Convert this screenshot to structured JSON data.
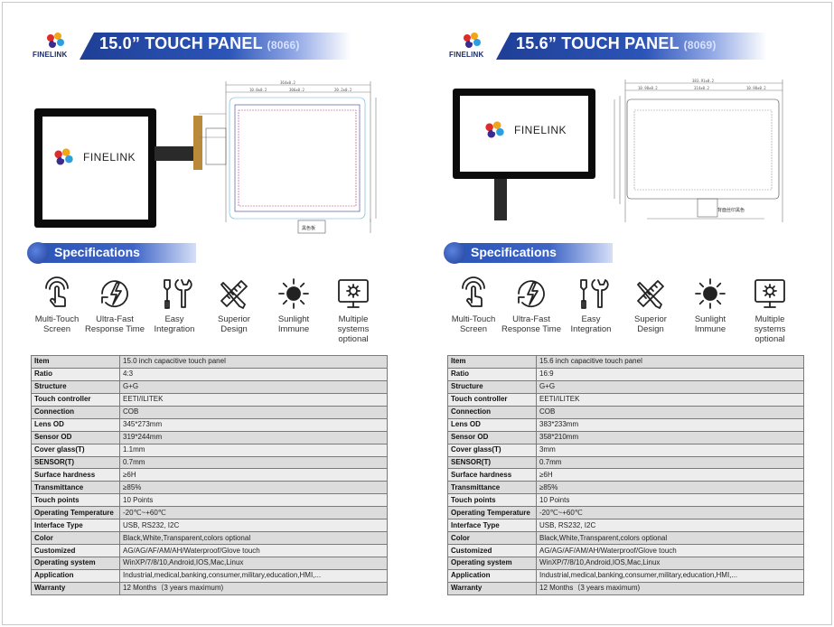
{
  "colors": {
    "brand_blue": "#1f3f96",
    "band_light": "#3d64c6"
  },
  "panels": [
    {
      "logo_text": "FINELINK",
      "title_main": "15.0” TOUCH PANEL",
      "title_code": "(8066)",
      "screen_brand": "FINELINK",
      "drawing_note": "黑色板",
      "spec_title": "Specifications",
      "features": [
        {
          "icon": "touch-hand-icon",
          "label": "Multi-Touch\nScreen"
        },
        {
          "icon": "fast-response-icon",
          "label": "Ultra-Fast\nResponse Time"
        },
        {
          "icon": "tools-icon",
          "label": "Easy\nIntegration"
        },
        {
          "icon": "design-ruler-pencil-icon",
          "label": "Superior\nDesign"
        },
        {
          "icon": "sun-icon",
          "label": "Sunlight\nImmune"
        },
        {
          "icon": "monitor-gear-icon",
          "label": "Multiple\nsystems optional"
        }
      ],
      "specs": [
        {
          "k": "Item",
          "v": "15.0 inch capacitive touch panel"
        },
        {
          "k": "Ratio",
          "v": "4:3"
        },
        {
          "k": "Structure",
          "v": "G+G"
        },
        {
          "k": "Touch controller",
          "v": "EETI/ILITEK"
        },
        {
          "k": "Connection",
          "v": "COB"
        },
        {
          "k": "Lens OD",
          "v": "345*273mm"
        },
        {
          "k": "Sensor OD",
          "v": "319*244mm"
        },
        {
          "k": "Cover glass(T)",
          "v": "1.1mm"
        },
        {
          "k": "SENSOR(T)",
          "v": "0.7mm"
        },
        {
          "k": "Surface hardness",
          "v": "≥6H"
        },
        {
          "k": "Transmittance",
          "v": "≥85%"
        },
        {
          "k": "Touch points",
          "v": "10 Points"
        },
        {
          "k": "Operating Temperature",
          "v": "-20℃~+60℃"
        },
        {
          "k": "Interface Type",
          "v": "USB, RS232, I2C"
        },
        {
          "k": "Color",
          "v": "Black,White,Transparent,colors optional"
        },
        {
          "k": "Customized",
          "v": "AG/AG/AF/AM/AH/Waterproof/Glove touch"
        },
        {
          "k": "Operating system",
          "v": "WinXP/7/8/10,Android,IOS,Mac,Linux"
        },
        {
          "k": "Application",
          "v": "Industrial,medical,banking,consumer,military,education,HMI,..."
        },
        {
          "k": "Warranty",
          "v": "12 Months（3 years maximum)"
        }
      ]
    },
    {
      "logo_text": "FINELINK",
      "title_main": "15.6” TOUCH PANEL",
      "title_code": "(8069)",
      "screen_brand": "FINELINK",
      "drawing_note": "背面丝印黑色",
      "spec_title": "Specifications",
      "features": [
        {
          "icon": "touch-hand-icon",
          "label": "Multi-Touch\nScreen"
        },
        {
          "icon": "fast-response-icon",
          "label": "Ultra-Fast\nResponse Time"
        },
        {
          "icon": "tools-icon",
          "label": "Easy\nIntegration"
        },
        {
          "icon": "design-ruler-pencil-icon",
          "label": "Superior\nDesign"
        },
        {
          "icon": "sun-icon",
          "label": "Sunlight\nImmune"
        },
        {
          "icon": "monitor-gear-icon",
          "label": "Multiple\nsystems optional"
        }
      ],
      "specs": [
        {
          "k": "Item",
          "v": "15.6 inch capacitive touch panel"
        },
        {
          "k": "Ratio",
          "v": "16:9"
        },
        {
          "k": "Structure",
          "v": "G+G"
        },
        {
          "k": "Touch controller",
          "v": "EETI/ILITEK"
        },
        {
          "k": "Connection",
          "v": "COB"
        },
        {
          "k": "Lens OD",
          "v": "383*233mm"
        },
        {
          "k": "Sensor OD",
          "v": "358*210mm"
        },
        {
          "k": "Cover glass(T)",
          "v": "3mm"
        },
        {
          "k": "SENSOR(T)",
          "v": "0.7mm"
        },
        {
          "k": "Surface hardness",
          "v": "≥6H"
        },
        {
          "k": "Transmittance",
          "v": "≥85%"
        },
        {
          "k": "Touch points",
          "v": "10 Points"
        },
        {
          "k": "Operating Temperature",
          "v": "-20℃~+60℃"
        },
        {
          "k": "Interface Type",
          "v": "USB, RS232, I2C"
        },
        {
          "k": "Color",
          "v": "Black,White,Transparent,colors optional"
        },
        {
          "k": "Customized",
          "v": "AG/AG/AF/AM/AH/Waterproof/Glove touch"
        },
        {
          "k": "Operating system",
          "v": "WinXP/7/8/10,Android,IOS,Mac,Linux"
        },
        {
          "k": "Application",
          "v": "Industrial,medical,banking,consumer,military,education,HMI,..."
        },
        {
          "k": "Warranty",
          "v": "12 Months（3 years maximum)"
        }
      ]
    }
  ]
}
